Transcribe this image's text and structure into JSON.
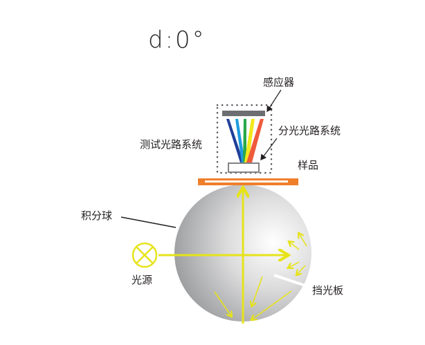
{
  "title": "d:0°",
  "labels": {
    "sensor": "感应器",
    "dispersion_optics": "分光光路系统",
    "test_optics": "测试光路系统",
    "sample": "样品",
    "integrating_sphere": "积分球",
    "light_source": "光源",
    "baffle": "挡光板"
  },
  "colors": {
    "arrow_yellow": "#e6e31a",
    "sample_orange": "#f07f2a",
    "sensor_gray": "#6d6e71",
    "label_text": "#231f20",
    "spectrum": [
      "#1f3f9a",
      "#1e9be0",
      "#2aa84a",
      "#f3e81c",
      "#ef5a3c"
    ]
  }
}
